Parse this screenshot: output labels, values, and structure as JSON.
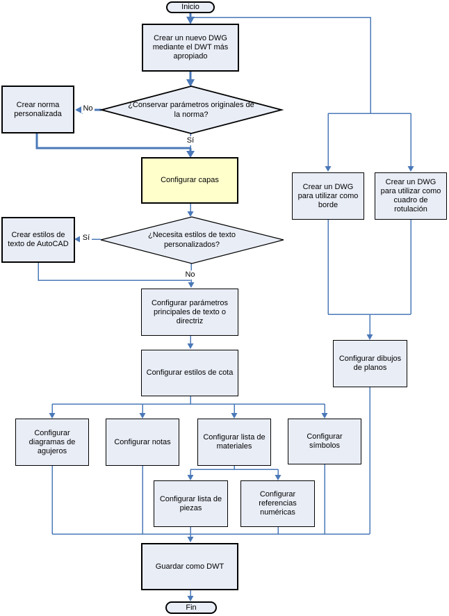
{
  "diagram": {
    "nodes": {
      "inicio": "Inicio",
      "crear_dwg": "Crear un nuevo DWG mediante el DWT más apropiado",
      "decision_parametros": "¿Conservar parámetros originales de la norma?",
      "crear_norma": "Crear norma personalizada",
      "configurar_capas": "Configurar capas",
      "decision_estilos": "¿Necesita estilos de texto personalizados?",
      "crear_estilos_texto": "Crear estilos de texto de AutoCAD",
      "config_parametros_texto": "Configurar parámetros principales de texto o directriz",
      "config_estilos_cota": "Configurar estilos de cota",
      "config_diagramas_agujeros": "Configurar diagramas de agujeros",
      "config_notas": "Configurar notas",
      "config_lista_materiales": "Configurar lista de materiales",
      "config_simbolos": "Configurar símbolos",
      "config_lista_piezas": "Configurar lista de piezas",
      "config_referencias": "Configurar referencias numéricas",
      "crear_dwg_borde": "Crear un DWG para utilizar como borde",
      "crear_dwg_rotulacion": "Crear un DWG para utilizar como cuadro de rotulación",
      "config_dibujos_planos": "Configurar dibujos de planos",
      "guardar_dwt": "Guardar como DWT",
      "fin": "Fin"
    },
    "edge_labels": {
      "decision1_no": "No",
      "decision1_si": "Sí",
      "decision2_si": "Sí",
      "decision2_no": "No"
    },
    "colors": {
      "node_fill": "#e9edf6",
      "highlight_fill": "#ffffcc",
      "connector": "#4a78b8",
      "border": "#000000"
    }
  }
}
